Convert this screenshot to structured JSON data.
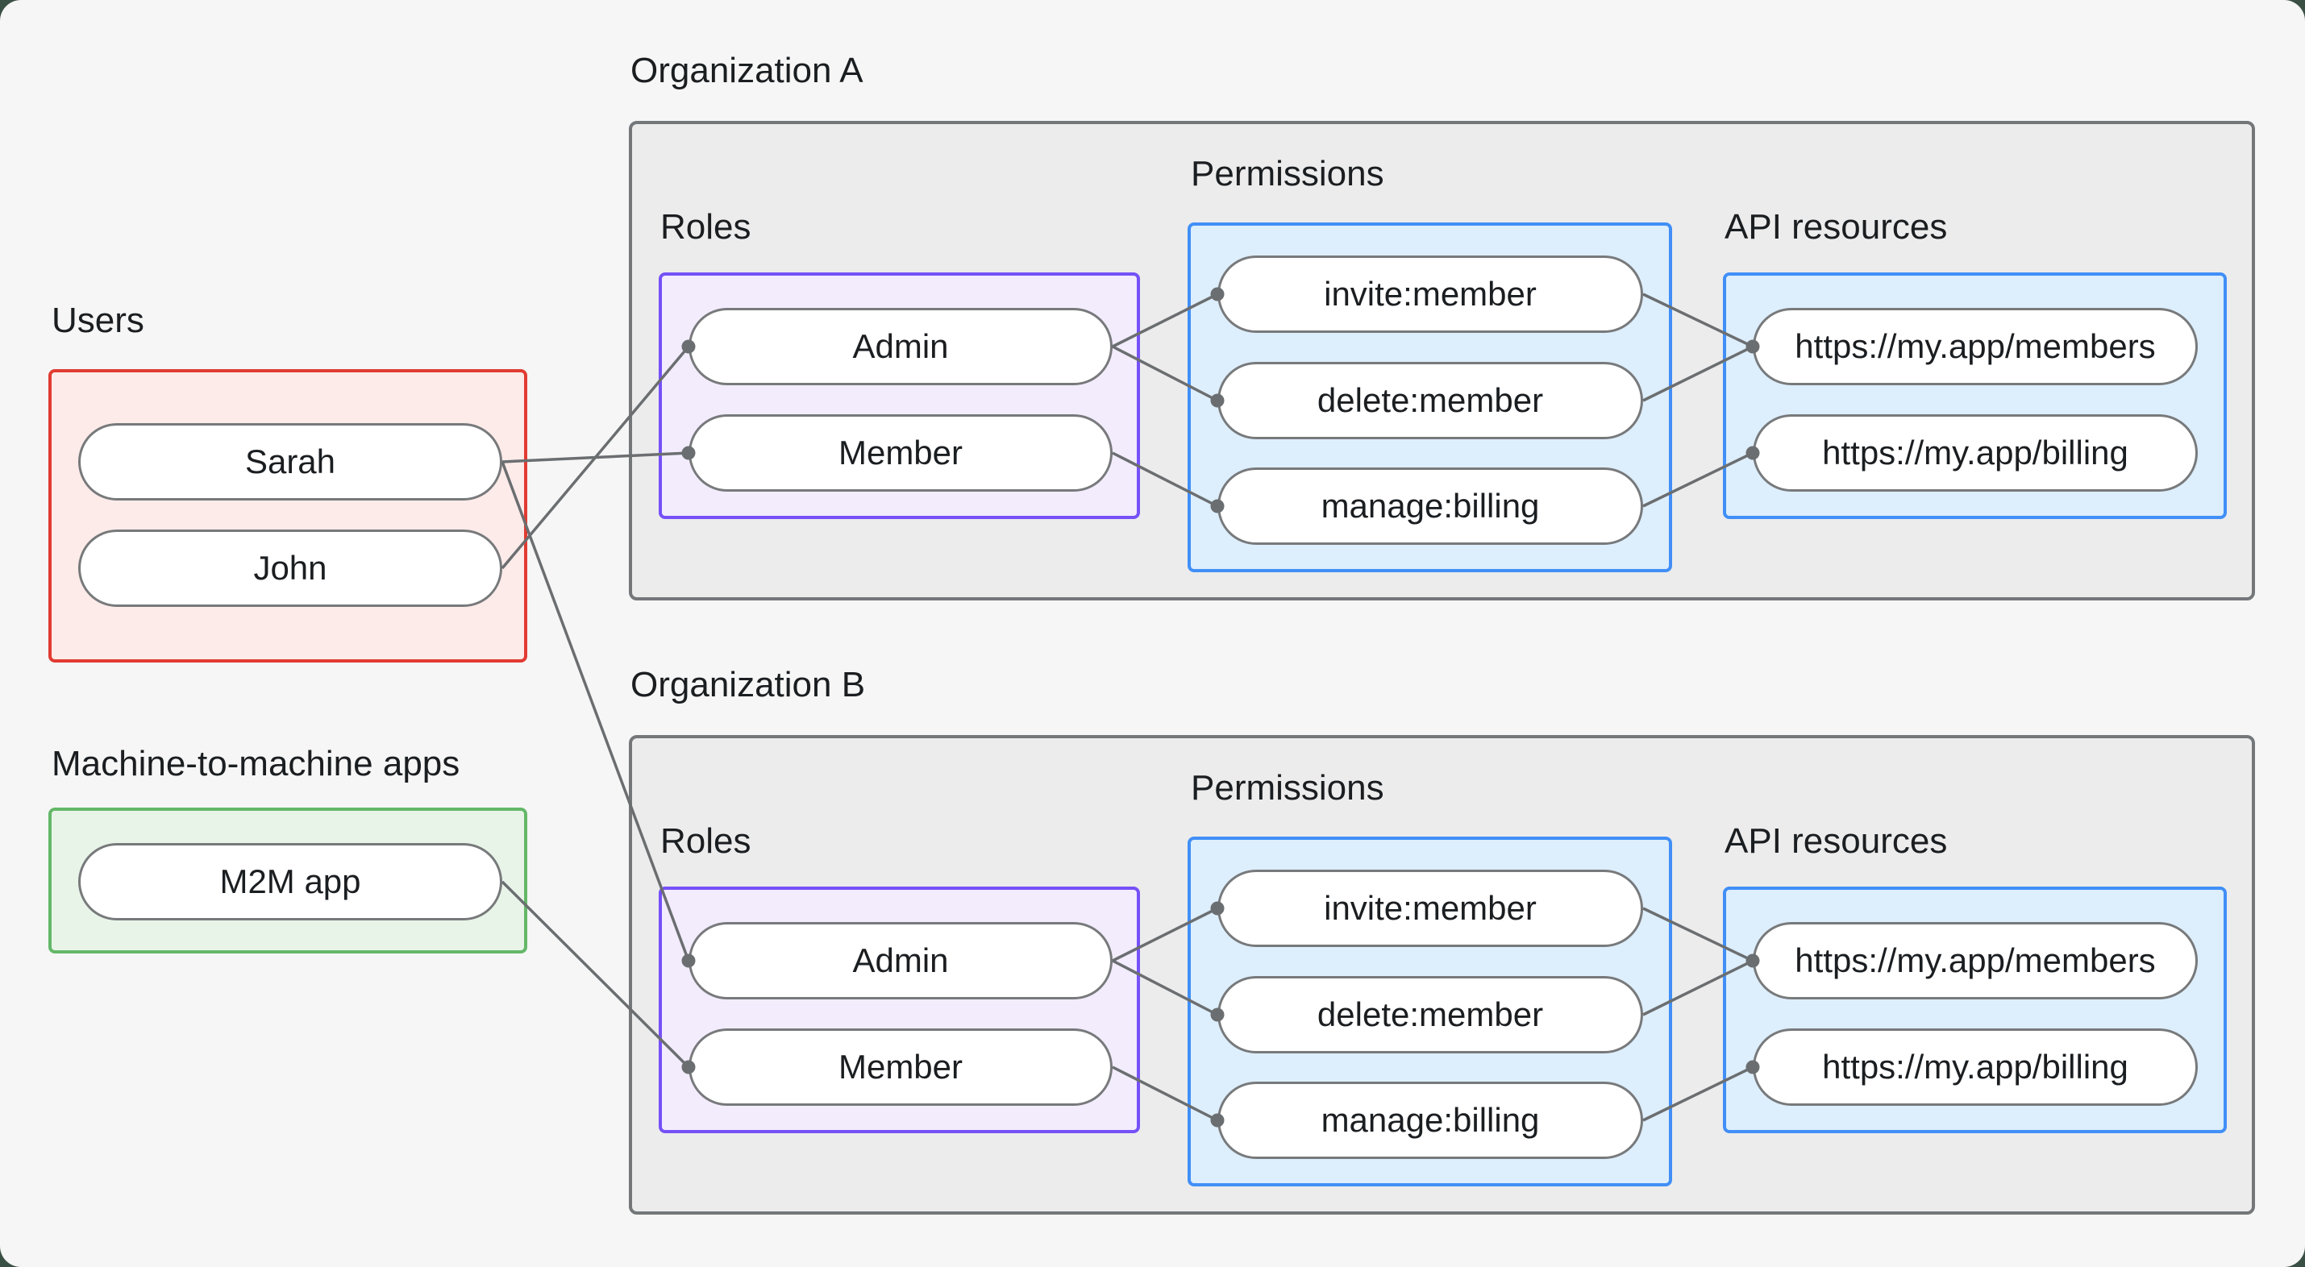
{
  "users": {
    "label": "Users",
    "nodes": [
      {
        "label": "Sarah"
      },
      {
        "label": "John"
      }
    ]
  },
  "m2m": {
    "label": "Machine-to-machine apps",
    "nodes": [
      {
        "label": "M2M app"
      }
    ]
  },
  "orgs": [
    {
      "title": "Organization A",
      "roles": {
        "label": "Roles",
        "items": [
          {
            "label": "Admin"
          },
          {
            "label": "Member"
          }
        ]
      },
      "permissions": {
        "label": "Permissions",
        "items": [
          {
            "label": "invite:member"
          },
          {
            "label": "delete:member"
          },
          {
            "label": "manage:billing"
          }
        ]
      },
      "api": {
        "label": "API resources",
        "items": [
          {
            "label": "https://my.app/members"
          },
          {
            "label": "https://my.app/billing"
          }
        ]
      }
    },
    {
      "title": "Organization B",
      "roles": {
        "label": "Roles",
        "items": [
          {
            "label": "Admin"
          },
          {
            "label": "Member"
          }
        ]
      },
      "permissions": {
        "label": "Permissions",
        "items": [
          {
            "label": "invite:member"
          },
          {
            "label": "delete:member"
          },
          {
            "label": "manage:billing"
          }
        ]
      },
      "api": {
        "label": "API resources",
        "items": [
          {
            "label": "https://my.app/members"
          },
          {
            "label": "https://my.app/billing"
          }
        ]
      }
    }
  ],
  "edges": [
    {
      "from": "Sarah",
      "to": "Organization A / Member"
    },
    {
      "from": "John",
      "to": "Organization A / Admin"
    },
    {
      "from": "Sarah",
      "to": "Organization B / Admin"
    },
    {
      "from": "M2M app",
      "to": "Organization B / Member"
    },
    {
      "from": "Organization A / Admin",
      "to": "Organization A / invite:member"
    },
    {
      "from": "Organization A / Admin",
      "to": "Organization A / delete:member"
    },
    {
      "from": "Organization A / Member",
      "to": "Organization A / manage:billing"
    },
    {
      "from": "Organization A / invite:member",
      "to": "Organization A / https://my.app/members"
    },
    {
      "from": "Organization A / delete:member",
      "to": "Organization A / https://my.app/members"
    },
    {
      "from": "Organization A / manage:billing",
      "to": "Organization A / https://my.app/billing"
    },
    {
      "from": "Organization B / Admin",
      "to": "Organization B / invite:member"
    },
    {
      "from": "Organization B / Admin",
      "to": "Organization B / delete:member"
    },
    {
      "from": "Organization B / Member",
      "to": "Organization B / manage:billing"
    },
    {
      "from": "Organization B / invite:member",
      "to": "Organization B / https://my.app/members"
    },
    {
      "from": "Organization B / delete:member",
      "to": "Organization B / https://my.app/members"
    },
    {
      "from": "Organization B / manage:billing",
      "to": "Organization B / https://my.app/billing"
    }
  ],
  "colors": {
    "background": "#f5f6f5",
    "users_border": "#e13b32",
    "users_fill": "#fcebe9",
    "m2m_border": "#64b869",
    "m2m_fill": "#e9f4e9",
    "roles_border": "#7551f7",
    "roles_fill": "#f2ecfd",
    "blue_border": "#418ff7",
    "blue_fill": "#ddeefc",
    "org_fill": "#ececec",
    "org_border": "#74777a",
    "edge_line": "#6b6e70",
    "pill_border": "#77797b",
    "text": "#1b1e21"
  }
}
